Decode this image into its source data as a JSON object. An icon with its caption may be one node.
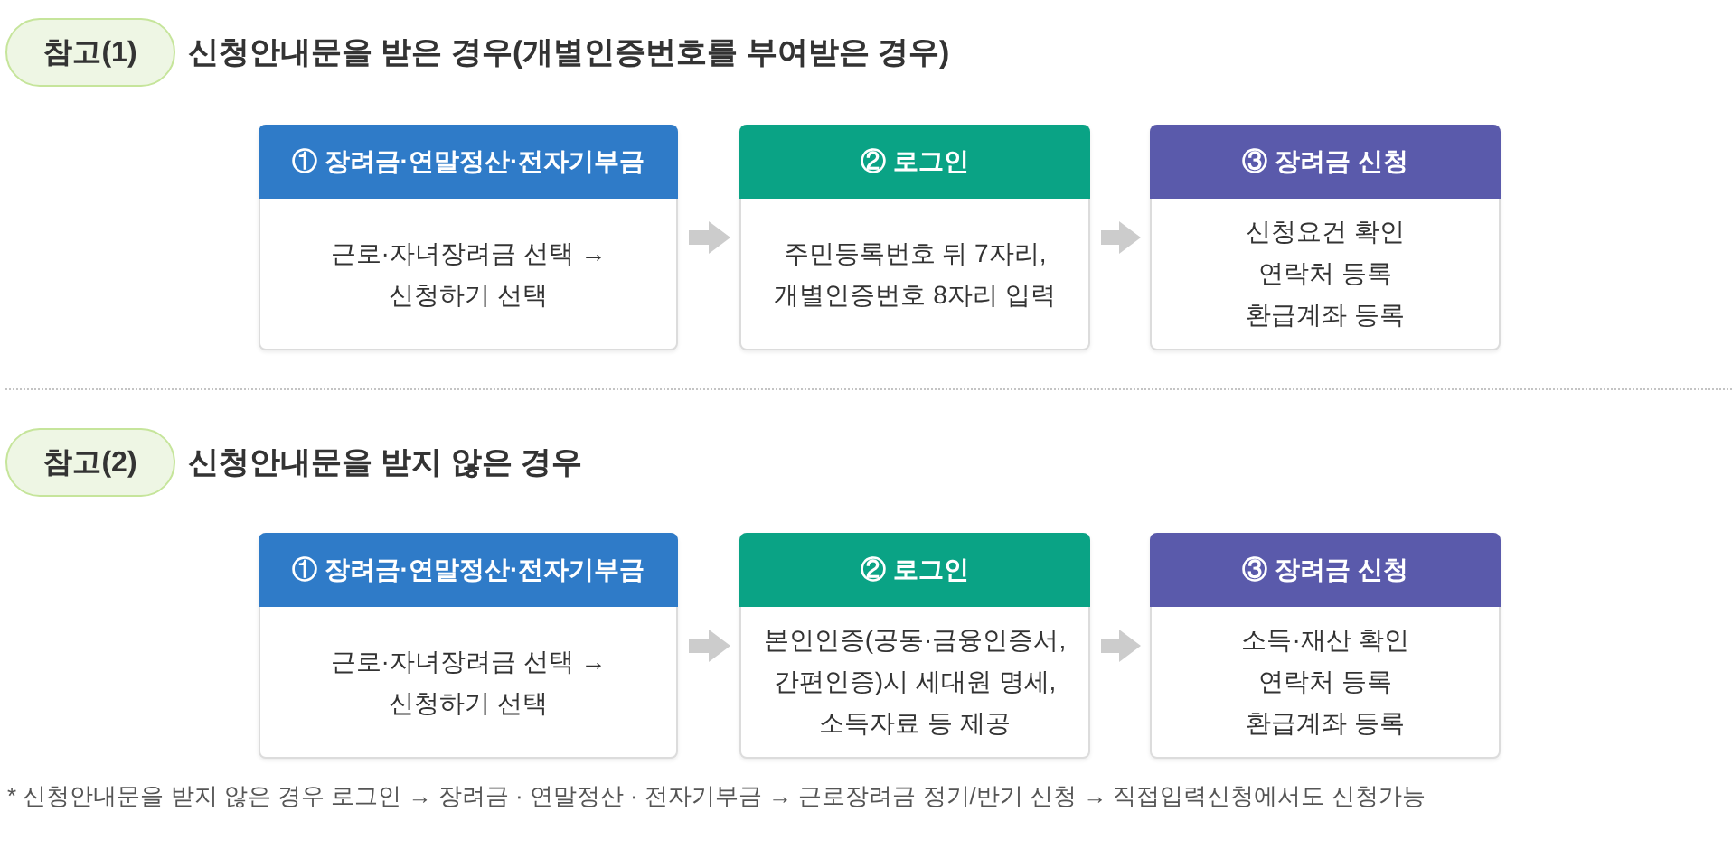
{
  "diagram": {
    "nodes": [
      {
        "text": [
          "참고(1)"
        ],
        "beside": [
          "신청안내문을 받은 경우(개별인증번호를 부여받은 경우)"
        ]
      },
      {
        "text": [
          "① 장려금·연말정산·전자기부금",
          "근로·자녀장려금 선택 → 신청하기 선택"
        ]
      },
      {
        "text": [
          "② 로그인",
          "주민등록번호 뒤 7자리, 개별인증번호 8자리 입력"
        ]
      },
      {
        "text": [
          "③ 장려금 신청",
          "신청요건 확인 연락처 등록 환급계좌 등록"
        ]
      },
      {
        "text": [
          "참고(2)"
        ],
        "beside": [
          "신청안내문을 받지 않은 경우"
        ]
      },
      {
        "text": [
          "① 장려금·연말정산·전자기부금",
          "근로·자녀장려금 선택 → 신청하기 선택"
        ]
      },
      {
        "text": [
          "② 로그인",
          "본인인증(공동·금융인증서, 간편인증)시 세대원 명세, 소득자료 등 제공"
        ]
      },
      {
        "text": [
          "③ 장려금 신청",
          "소득·재산 확인 연락처 등록 환급계좌 등록"
        ]
      }
    ],
    "edges": [
      {
        "from": 1,
        "to": 2,
        "arrow": "to"
      },
      {
        "from": 2,
        "to": 3,
        "arrow": "to"
      },
      {
        "from": 5,
        "to": 6,
        "arrow": "to"
      },
      {
        "from": 6,
        "to": 7,
        "arrow": "to"
      }
    ],
    "labels": [
      "* 신청안내문을 받지 않은 경우 로그인 → 장려금 · 연말정산 · 전자기부금 → 근로장려금 정기/반기 신청 → 직접입력신청에서도 신청가능"
    ]
  }
}
